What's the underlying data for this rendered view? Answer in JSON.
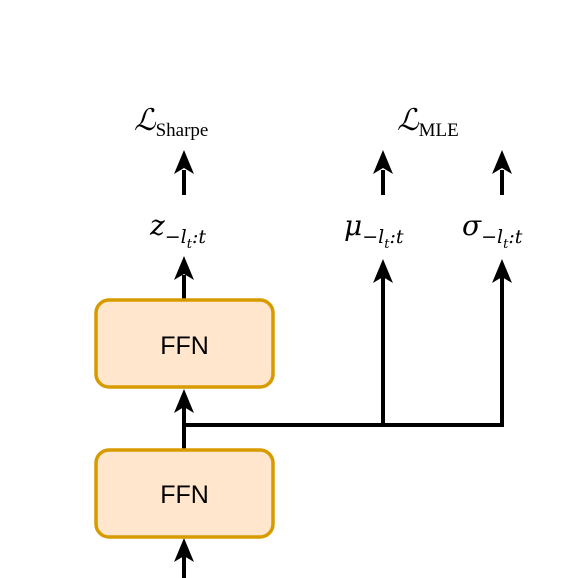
{
  "nodes": {
    "ffn_lower": "FFN",
    "ffn_upper": "FFN"
  },
  "outputs": {
    "z": {
      "symbol": "z",
      "subscript": "−l",
      "sub_sub": "t",
      "tail": ":t"
    },
    "mu": {
      "symbol": "μ",
      "subscript": "−l",
      "sub_sub": "t",
      "tail": ":t"
    },
    "sigma": {
      "symbol": "σ",
      "subscript": "−l",
      "sub_sub": "t",
      "tail": ":t"
    }
  },
  "losses": {
    "sharpe": {
      "symbol": "ℒ",
      "subscript": "Sharpe"
    },
    "mle": {
      "symbol": "ℒ",
      "subscript": "MLE"
    }
  },
  "colors": {
    "box_fill": "#ffe6cc",
    "box_stroke": "#d79b00",
    "line": "#000000"
  }
}
